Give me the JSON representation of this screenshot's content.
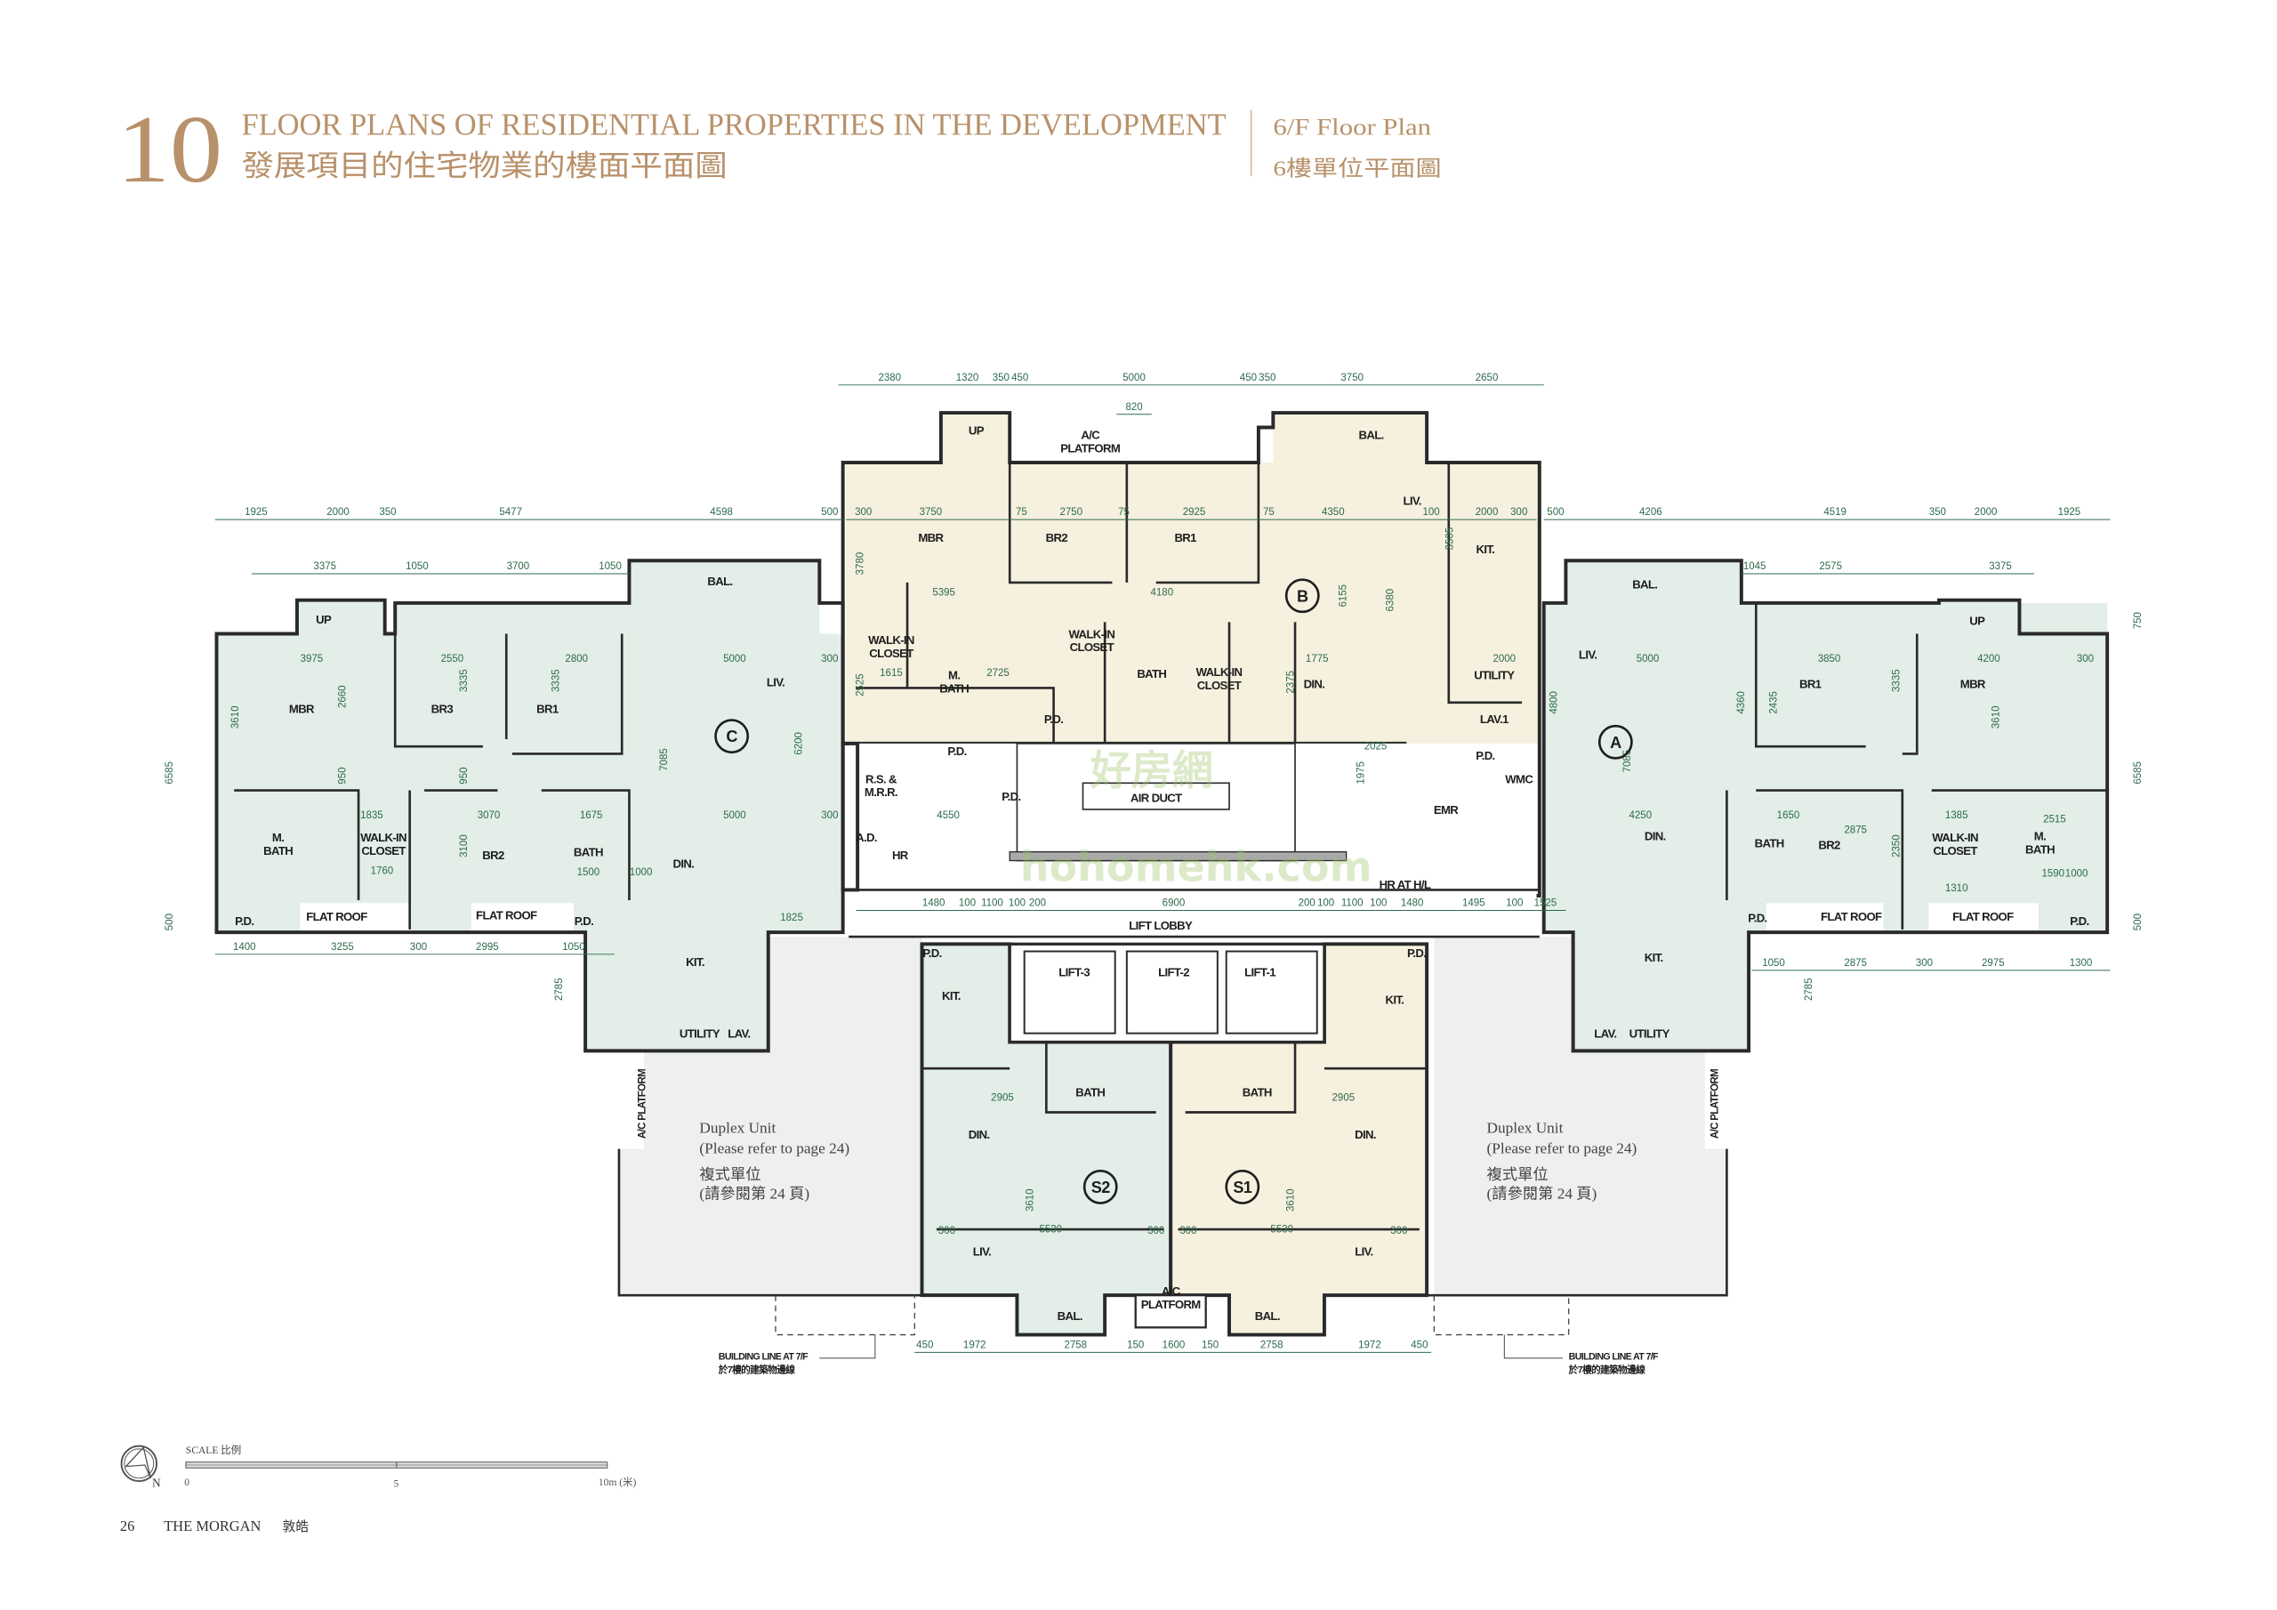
{
  "header": {
    "section_number": "10",
    "title_en": "FLOOR PLANS OF RESIDENTIAL PROPERTIES IN THE DEVELOPMENT",
    "title_zh": "發展項目的住宅物業的樓面平面圖",
    "floor_en": "6/F Floor Plan",
    "floor_zh": "6樓單位平面圖"
  },
  "footer": {
    "scale_label": "SCALE  比例",
    "scale_ticks": [
      "0",
      "5",
      "10m (米)"
    ],
    "north": "N",
    "page_number": "26",
    "brand_en": "THE MORGAN",
    "brand_zh": "敦皓"
  },
  "colors": {
    "gold": "#b8916a",
    "dimension": "#2d6b4c",
    "unit_green": "#e2eee7",
    "unit_cream": "#f6f0de"
  },
  "watermark": {
    "zh": "好房網",
    "url": "hohomehk.com"
  },
  "plan": {
    "unit_tags": [
      "C",
      "B",
      "A",
      "S2",
      "S1"
    ],
    "duplex_left": [
      "Duplex Unit",
      "(Please refer to page 24)",
      "複式單位",
      "(請參閱第 24 頁)"
    ],
    "duplex_right": [
      "Duplex Unit",
      "(Please refer to page 24)",
      "複式單位",
      "(請參閱第 24 頁)"
    ],
    "building_line": [
      "BUILDING LINE AT 7/F",
      "於7樓的建築物邊線"
    ],
    "labels": [
      "MBR",
      "BR3",
      "BR1",
      "LIV.",
      "BAL.",
      "UP",
      "M.\nBATH",
      "WALK-IN\nCLOSET",
      "BR2",
      "BATH",
      "DIN.",
      "FLAT ROOF",
      "FLAT ROOF",
      "P.D.",
      "P.D.",
      "KIT.",
      "UTILITY",
      "LAV.",
      "MBR",
      "BR2",
      "BR1",
      "LIV.",
      "BAL.",
      "UP",
      "A/C\nPLATFORM",
      "KIT.",
      "WALK-IN\nCLOSET",
      "M.\nBATH",
      "WALK-IN\nCLOSET",
      "BATH",
      "WALK-IN\nCLOSET",
      "DIN.",
      "UTILITY",
      "LAV.1",
      "P.D.",
      "P.D.",
      "P.D.",
      "R.S. &\nM.R.R.",
      "A.D.",
      "HR",
      "AIR  DUCT",
      "EMR",
      "P.D.",
      "WMC",
      "HR AT H/L",
      "LIFT  LOBBY",
      "BAL.",
      "UP",
      "LIV.",
      "BR1",
      "MBR",
      "DIN.",
      "BATH",
      "BR2",
      "WALK-IN\nCLOSET",
      "M.\nBATH",
      "FLAT ROOF",
      "FLAT ROOF",
      "P.D.",
      "P.D.",
      "KIT.",
      "LAV.",
      "UTILITY",
      "LIFT-3",
      "LIFT-2",
      "LIFT-1",
      "P.D.",
      "P.D.",
      "KIT.",
      "KIT.",
      "BATH",
      "BATH",
      "DIN.",
      "DIN.",
      "LIV.",
      "LIV.",
      "BAL.",
      "BAL.",
      "A/C\nPLATFORM"
    ],
    "vertical_labels": [
      "A/C PLATFORM",
      "A/C PLATFORM"
    ],
    "dims_top": [
      "2380",
      "1320",
      "350",
      "450",
      "5000",
      "450",
      "350",
      "3750",
      "2650",
      "820"
    ],
    "dims_row2_left": [
      "1925",
      "2000",
      "350",
      "5477",
      "4598",
      "500"
    ],
    "dims_row2_right": [
      "500",
      "4206",
      "4519",
      "350",
      "2000",
      "1925"
    ],
    "dims_row_b": [
      "300",
      "3750",
      "75",
      "2750",
      "75",
      "2925",
      "75",
      "4350",
      "100",
      "2000",
      "300"
    ],
    "dims_row3_left": [
      "3375",
      "1050",
      "3700",
      "1050"
    ],
    "dims_row3_right": [
      "1045",
      "2575",
      "3375"
    ],
    "dims_bottom_left": [
      "1400",
      "3255",
      "300",
      "2995",
      "1050"
    ],
    "dims_bottom_right": [
      "1050",
      "2875",
      "300",
      "2975",
      "1300"
    ],
    "dims_lobby": [
      "1480",
      "100",
      "1100",
      "100",
      "200",
      "6900",
      "200",
      "100",
      "1100",
      "100",
      "1480",
      "1495",
      "100",
      "1525"
    ],
    "dims_bottom": [
      "450",
      "1972",
      "2758",
      "150",
      "1600",
      "150",
      "2758",
      "1972",
      "450"
    ],
    "dims_unit_c": [
      "3975",
      "2550",
      "2800",
      "5000",
      "300",
      "1835",
      "3070",
      "1675",
      "5000",
      "300",
      "3610",
      "2660",
      "3335",
      "3335",
      "7085",
      "6200",
      "950",
      "950",
      "3100",
      "1760",
      "1500",
      "1000",
      "1825"
    ],
    "dims_unit_a": [
      "5000",
      "3850",
      "4200",
      "300",
      "4250",
      "1650",
      "2875",
      "1385",
      "2515",
      "7085",
      "4800",
      "4360",
      "3610",
      "2435",
      "3335",
      "2350",
      "1590",
      "1310",
      "1000"
    ],
    "dims_unit_b": [
      "5395",
      "4180",
      "3780",
      "6155",
      "6380",
      "2525",
      "1615",
      "2725",
      "1775",
      "2375",
      "2025",
      "1975",
      "4550",
      "3505",
      "2000"
    ],
    "dims_s": [
      "5530",
      "5530",
      "3610",
      "3610",
      "2905",
      "2905",
      "300",
      "300",
      "300",
      "300"
    ],
    "dims_side": [
      "6585",
      "500",
      "6585",
      "500",
      "750",
      "2785",
      "2785"
    ]
  }
}
